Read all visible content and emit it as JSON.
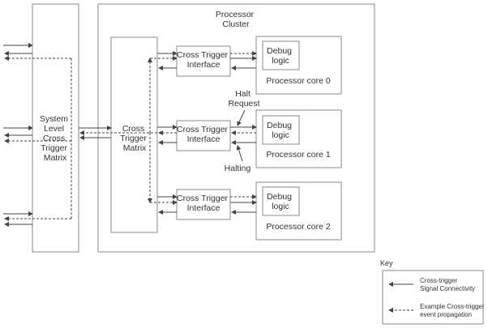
{
  "labels": {
    "system_matrix": [
      "System",
      "Level",
      "Cross",
      "Trigger",
      "Matrix"
    ],
    "processor_cluster": [
      "Processor",
      "Cluster"
    ],
    "cluster_matrix": [
      "Cross",
      "Trigger",
      "Matrix"
    ],
    "cti": [
      "Cross Trigger",
      "Interface"
    ],
    "debug_logic": [
      "Debug",
      "logic"
    ],
    "processor_cores": [
      "Processor core 0",
      "Processor core 1",
      "Processor core 2"
    ],
    "halt_request": [
      "Halt",
      "Request"
    ],
    "halting": "Halting"
  },
  "key": {
    "title": "Key",
    "solid": [
      "Cross-trigger",
      "Signal Connectivity"
    ],
    "dashed": [
      "Example Cross-trigger",
      "event propagation"
    ]
  }
}
